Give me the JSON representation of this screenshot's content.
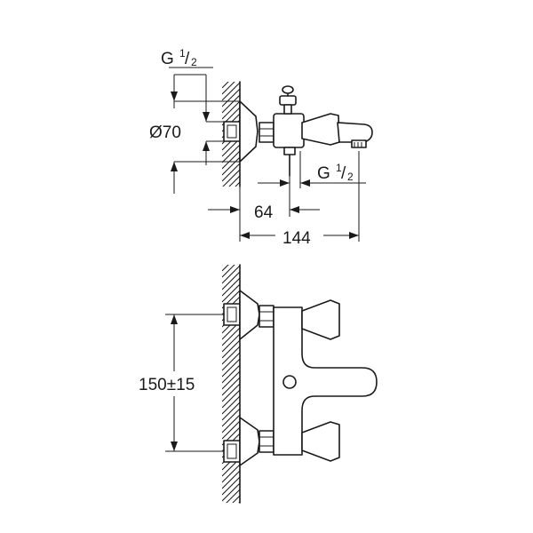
{
  "dimensions": {
    "thread_top_label": "G",
    "thread_top_fraction_num": "1",
    "thread_top_fraction_den": "2",
    "diameter_label": "Ø70",
    "thread_bottom_label": "G",
    "thread_bottom_fraction_num": "1",
    "thread_bottom_fraction_den": "2",
    "offset_64": "64",
    "depth_144": "144",
    "spacing_label": "150±15"
  }
}
